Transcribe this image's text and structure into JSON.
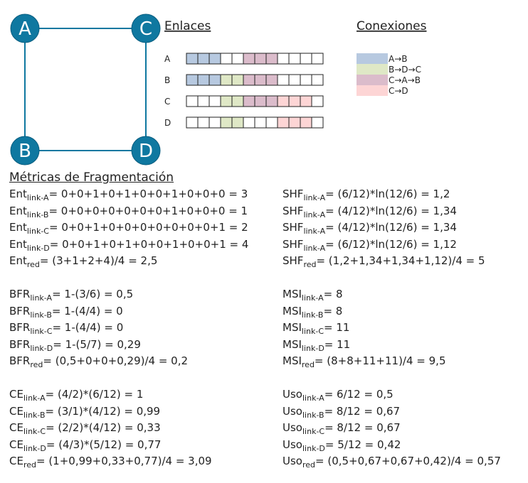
{
  "colors": {
    "node_fill": "#0f78a0",
    "node_stroke": "#0a5e80",
    "connection_1": "#b7c9e0",
    "connection_2": "#dfe8c6",
    "connection_3": "#dbbccb",
    "connection_4": "#fdd5d5"
  },
  "graph": {
    "nodes": [
      "A",
      "C",
      "B",
      "D"
    ]
  },
  "enlaces": {
    "title": "Enlaces",
    "rows": [
      {
        "label": "A",
        "slots": [
          1,
          1,
          1,
          0,
          0,
          3,
          3,
          3,
          0,
          0,
          0,
          0
        ]
      },
      {
        "label": "B",
        "slots": [
          1,
          1,
          1,
          2,
          2,
          3,
          3,
          3,
          0,
          0,
          0,
          0
        ]
      },
      {
        "label": "C",
        "slots": [
          0,
          0,
          0,
          2,
          2,
          3,
          3,
          3,
          4,
          4,
          4,
          0
        ]
      },
      {
        "label": "D",
        "slots": [
          0,
          0,
          0,
          2,
          2,
          0,
          0,
          0,
          4,
          4,
          4,
          0
        ]
      }
    ]
  },
  "conexiones": {
    "title": "Conexiones",
    "items": [
      {
        "label": "A→B",
        "color": "#b7c9e0"
      },
      {
        "label": "B→D→C",
        "color": "#dfe8c6"
      },
      {
        "label": "C→A→B",
        "color": "#dbbccb"
      },
      {
        "label": "C→D",
        "color": "#fdd5d5"
      }
    ]
  },
  "metrics": {
    "title": "Métricas de Fragmentación",
    "left": [
      {
        "name": "Ent",
        "sub": "link-A",
        "expr": "= 0+0+1+0+1+0+0+1+0+0+0 = 3"
      },
      {
        "name": "Ent",
        "sub": "link-B",
        "expr": "= 0+0+0+0+0+0+0+1+0+0+0 = 1"
      },
      {
        "name": "Ent",
        "sub": "link-C",
        "expr": "= 0+0+1+0+0+0+0+0+0+0+1 = 2"
      },
      {
        "name": "Ent",
        "sub": "link-D",
        "expr": "= 0+0+1+0+1+0+0+1+0+0+1 = 4"
      },
      {
        "name": "Ent",
        "sub": "red",
        "expr": "= (3+1+2+4)/4 = 2,5"
      },
      null,
      {
        "name": "BFR",
        "sub": "link-A",
        "expr": "= 1-(3/6) = 0,5"
      },
      {
        "name": "BFR",
        "sub": "link-B",
        "expr": "= 1-(4/4) = 0"
      },
      {
        "name": "BFR",
        "sub": "link-C",
        "expr": "= 1-(4/4) = 0"
      },
      {
        "name": "BFR",
        "sub": "link-D",
        "expr": "= 1-(5/7) = 0,29"
      },
      {
        "name": "BFR",
        "sub": "red",
        "expr": "= (0,5+0+0+0,29)/4 = 0,2"
      },
      null,
      {
        "name": "CE",
        "sub": "link-A",
        "expr": "= (4/2)*(6/12) = 1"
      },
      {
        "name": "CE",
        "sub": "link-B",
        "expr": "= (3/1)*(4/12) = 0,99"
      },
      {
        "name": "CE",
        "sub": "link-C",
        "expr": "= (2/2)*(4/12) = 0,33"
      },
      {
        "name": "CE",
        "sub": "link-D",
        "expr": "= (4/3)*(5/12) = 0,77"
      },
      {
        "name": "CE",
        "sub": "red",
        "expr": "= (1+0,99+0,33+0,77)/4 = 3,09"
      }
    ],
    "right": [
      {
        "name": "SHF",
        "sub": "link-A",
        "expr": "= (6/12)*ln(12/6) = 1,2"
      },
      {
        "name": "SHF",
        "sub": "link-A",
        "expr": "= (4/12)*ln(12/6) = 1,34"
      },
      {
        "name": "SHF",
        "sub": "link-A",
        "expr": "= (4/12)*ln(12/6) = 1,34"
      },
      {
        "name": "SHF",
        "sub": "link-A",
        "expr": "= (6/12)*ln(12/6) = 1,12"
      },
      {
        "name": "SHF",
        "sub": "red",
        "expr": "= (1,2+1,34+1,34+1,12)/4 = 5"
      },
      null,
      {
        "name": "MSI",
        "sub": "link-A",
        "expr": "= 8"
      },
      {
        "name": "MSI",
        "sub": "link-B",
        "expr": "= 8"
      },
      {
        "name": "MSI",
        "sub": "link-C",
        "expr": "= 11"
      },
      {
        "name": "MSI",
        "sub": "link-D",
        "expr": "= 11"
      },
      {
        "name": "MSI",
        "sub": "red",
        "expr": "= (8+8+11+11)/4 = 9,5"
      },
      null,
      {
        "name": "Uso",
        "sub": "link-A",
        "expr": "= 6/12 = 0,5"
      },
      {
        "name": "Uso",
        "sub": "link-B",
        "expr": "= 8/12 = 0,67"
      },
      {
        "name": "Uso",
        "sub": "link-C",
        "expr": "= 8/12 = 0,67"
      },
      {
        "name": "Uso",
        "sub": "link-D",
        "expr": "= 5/12 = 0,42"
      },
      {
        "name": "Uso",
        "sub": "red",
        "expr": "= (0,5+0,67+0,67+0,42)/4 = 0,57"
      }
    ]
  }
}
